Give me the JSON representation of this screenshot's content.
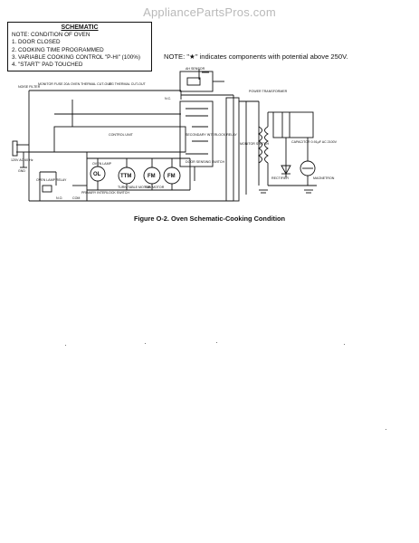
{
  "watermark": "AppliancePartsPros.com",
  "schematic_box": {
    "title": "SCHEMATIC",
    "lines": [
      "NOTE: CONDITION OF OVEN",
      "1.  DOOR CLOSED",
      "2.  COOKING TIME PROGRAMMED",
      "3.  VARIABLE COOKING CONTROL \"P-HI\" (100%)",
      "4.  \"START\" PAD TOUCHED"
    ]
  },
  "voltage_note": "NOTE: \"★\" indicates components with potential above 250V.",
  "caption": "Figure O-2. Oven Schematic-Cooking Condition",
  "labels": {
    "noise_filter": "NOISE FILTER",
    "monitor_fuse": "MONITOR FUSE 20A",
    "oven_thermal_cutout": "OVEN THERMAL CUT-OUT",
    "mg_thermal_cutout": "MG THERMAL CUT-OUT",
    "ah_sensor": "AH SENSOR",
    "power_transformer": "POWER TRANSFORMER",
    "control_unit": "CONTROL UNIT",
    "secondary_interlock": "SECONDARY INTERLOCK RELAY",
    "door_sensing_switch": "DOOR SENSING SWITCH",
    "monitor_switch": "MONITOR SWITCH",
    "oven_lamp_relay": "OVEN LAMP RELAY",
    "primary_interlock": "PRIMARY INTERLOCK SWITCH",
    "oven_lamp": "OVEN LAMP",
    "turntable_motor": "TURN TABLE MOTOR",
    "fan_motor": "FAN MOTOR",
    "capacitor": "CAPACITOR 0.91µF AC 2100V",
    "rectifier": "RECTIFIER",
    "magnetron": "MAGNETRON",
    "supply": "120V AC 60 Hz",
    "gnd": "GND",
    "ol": "OL",
    "ttm": "TTM",
    "fm": "FM",
    "nc": "N.C.",
    "no": "N.O.",
    "com": "COM"
  }
}
